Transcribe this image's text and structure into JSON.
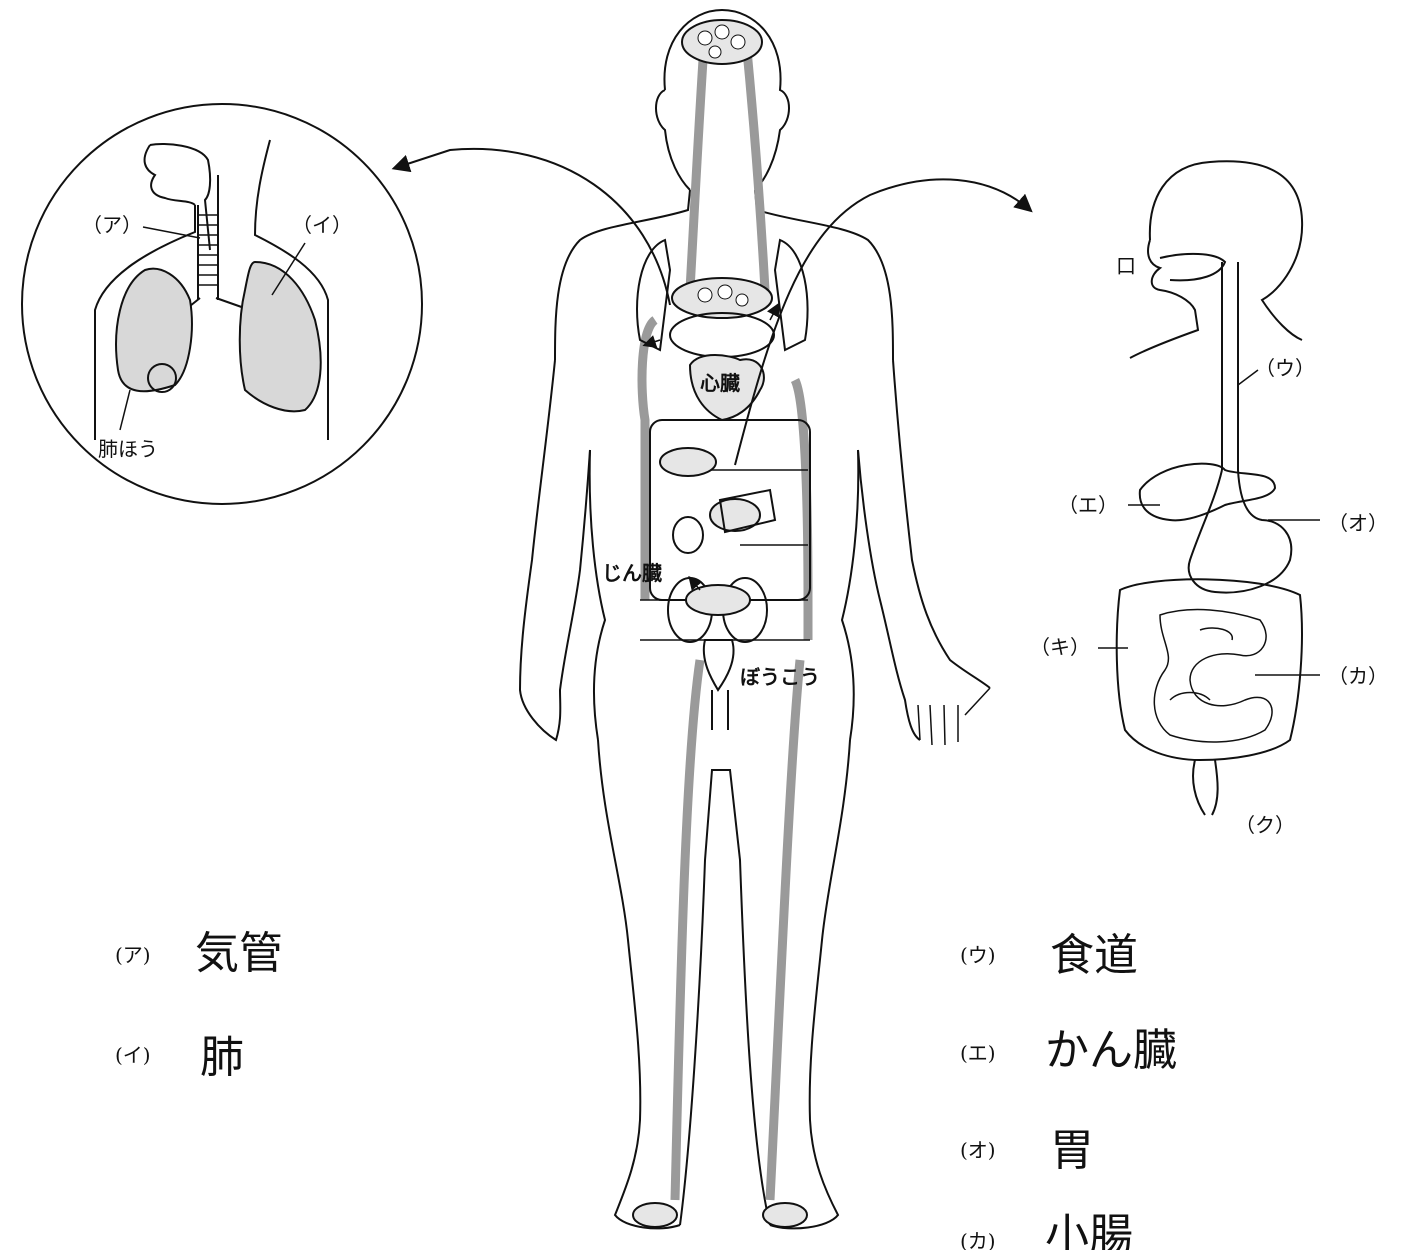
{
  "body": {
    "heart_label": "心臓",
    "kidney_label": "じん臓",
    "bladder_label": "ぼうこう"
  },
  "respiratory": {
    "label_a": "（ア）",
    "label_i": "（イ）",
    "alveoli_label": "肺ほう"
  },
  "digestive": {
    "mouth_label": "口",
    "label_u": "（ウ）",
    "label_e": "（エ）",
    "label_o": "（オ）",
    "label_ki": "（キ）",
    "label_ka": "（カ）",
    "label_ku": "（ク）"
  },
  "answers": [
    {
      "mark": "(ア)",
      "text": "気管"
    },
    {
      "mark": "(イ)",
      "text": "肺"
    },
    {
      "mark": "(ウ)",
      "text": "食道"
    },
    {
      "mark": "(エ)",
      "text": "かん臓"
    },
    {
      "mark": "(オ)",
      "text": "胃"
    },
    {
      "mark": "(カ)",
      "text": "小腸"
    }
  ]
}
